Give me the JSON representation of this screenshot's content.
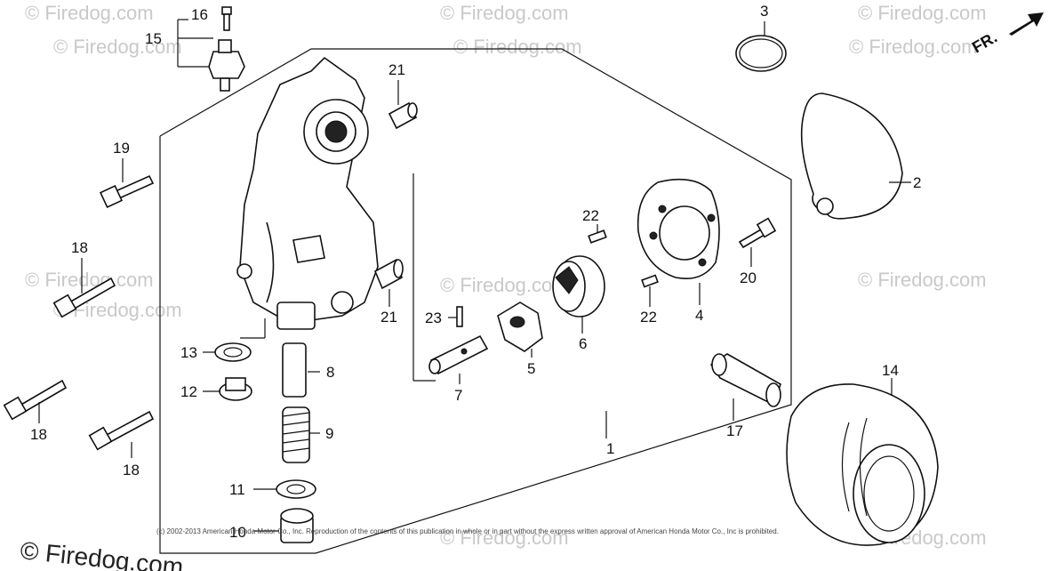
{
  "watermarks": [
    "© Firedog.com",
    "© Firedog.com",
    "© Firedog.com",
    "© Firedog.com",
    "© Firedog.com",
    "© Firedog.com",
    "© Firedog.com",
    "© Firedog.com",
    "© Firedog.com",
    "© Firedog.com",
    "© Firedog.com",
    "© Firedog.com"
  ],
  "corner_watermark": "© Firedog.com",
  "copyright": "(c) 2002-2013 American Honda Motor Co., Inc. Reproduction of the contents of this publication in whole or in part without the express written approval of American Honda Motor Co., Inc is prohibited.",
  "direction_label": "FR.",
  "callouts": [
    "1",
    "2",
    "3",
    "4",
    "5",
    "6",
    "7",
    "8",
    "9",
    "10",
    "11",
    "12",
    "13",
    "14",
    "15",
    "16",
    "17",
    "18",
    "18",
    "18",
    "19",
    "20",
    "21",
    "21",
    "22",
    "22",
    "23"
  ]
}
